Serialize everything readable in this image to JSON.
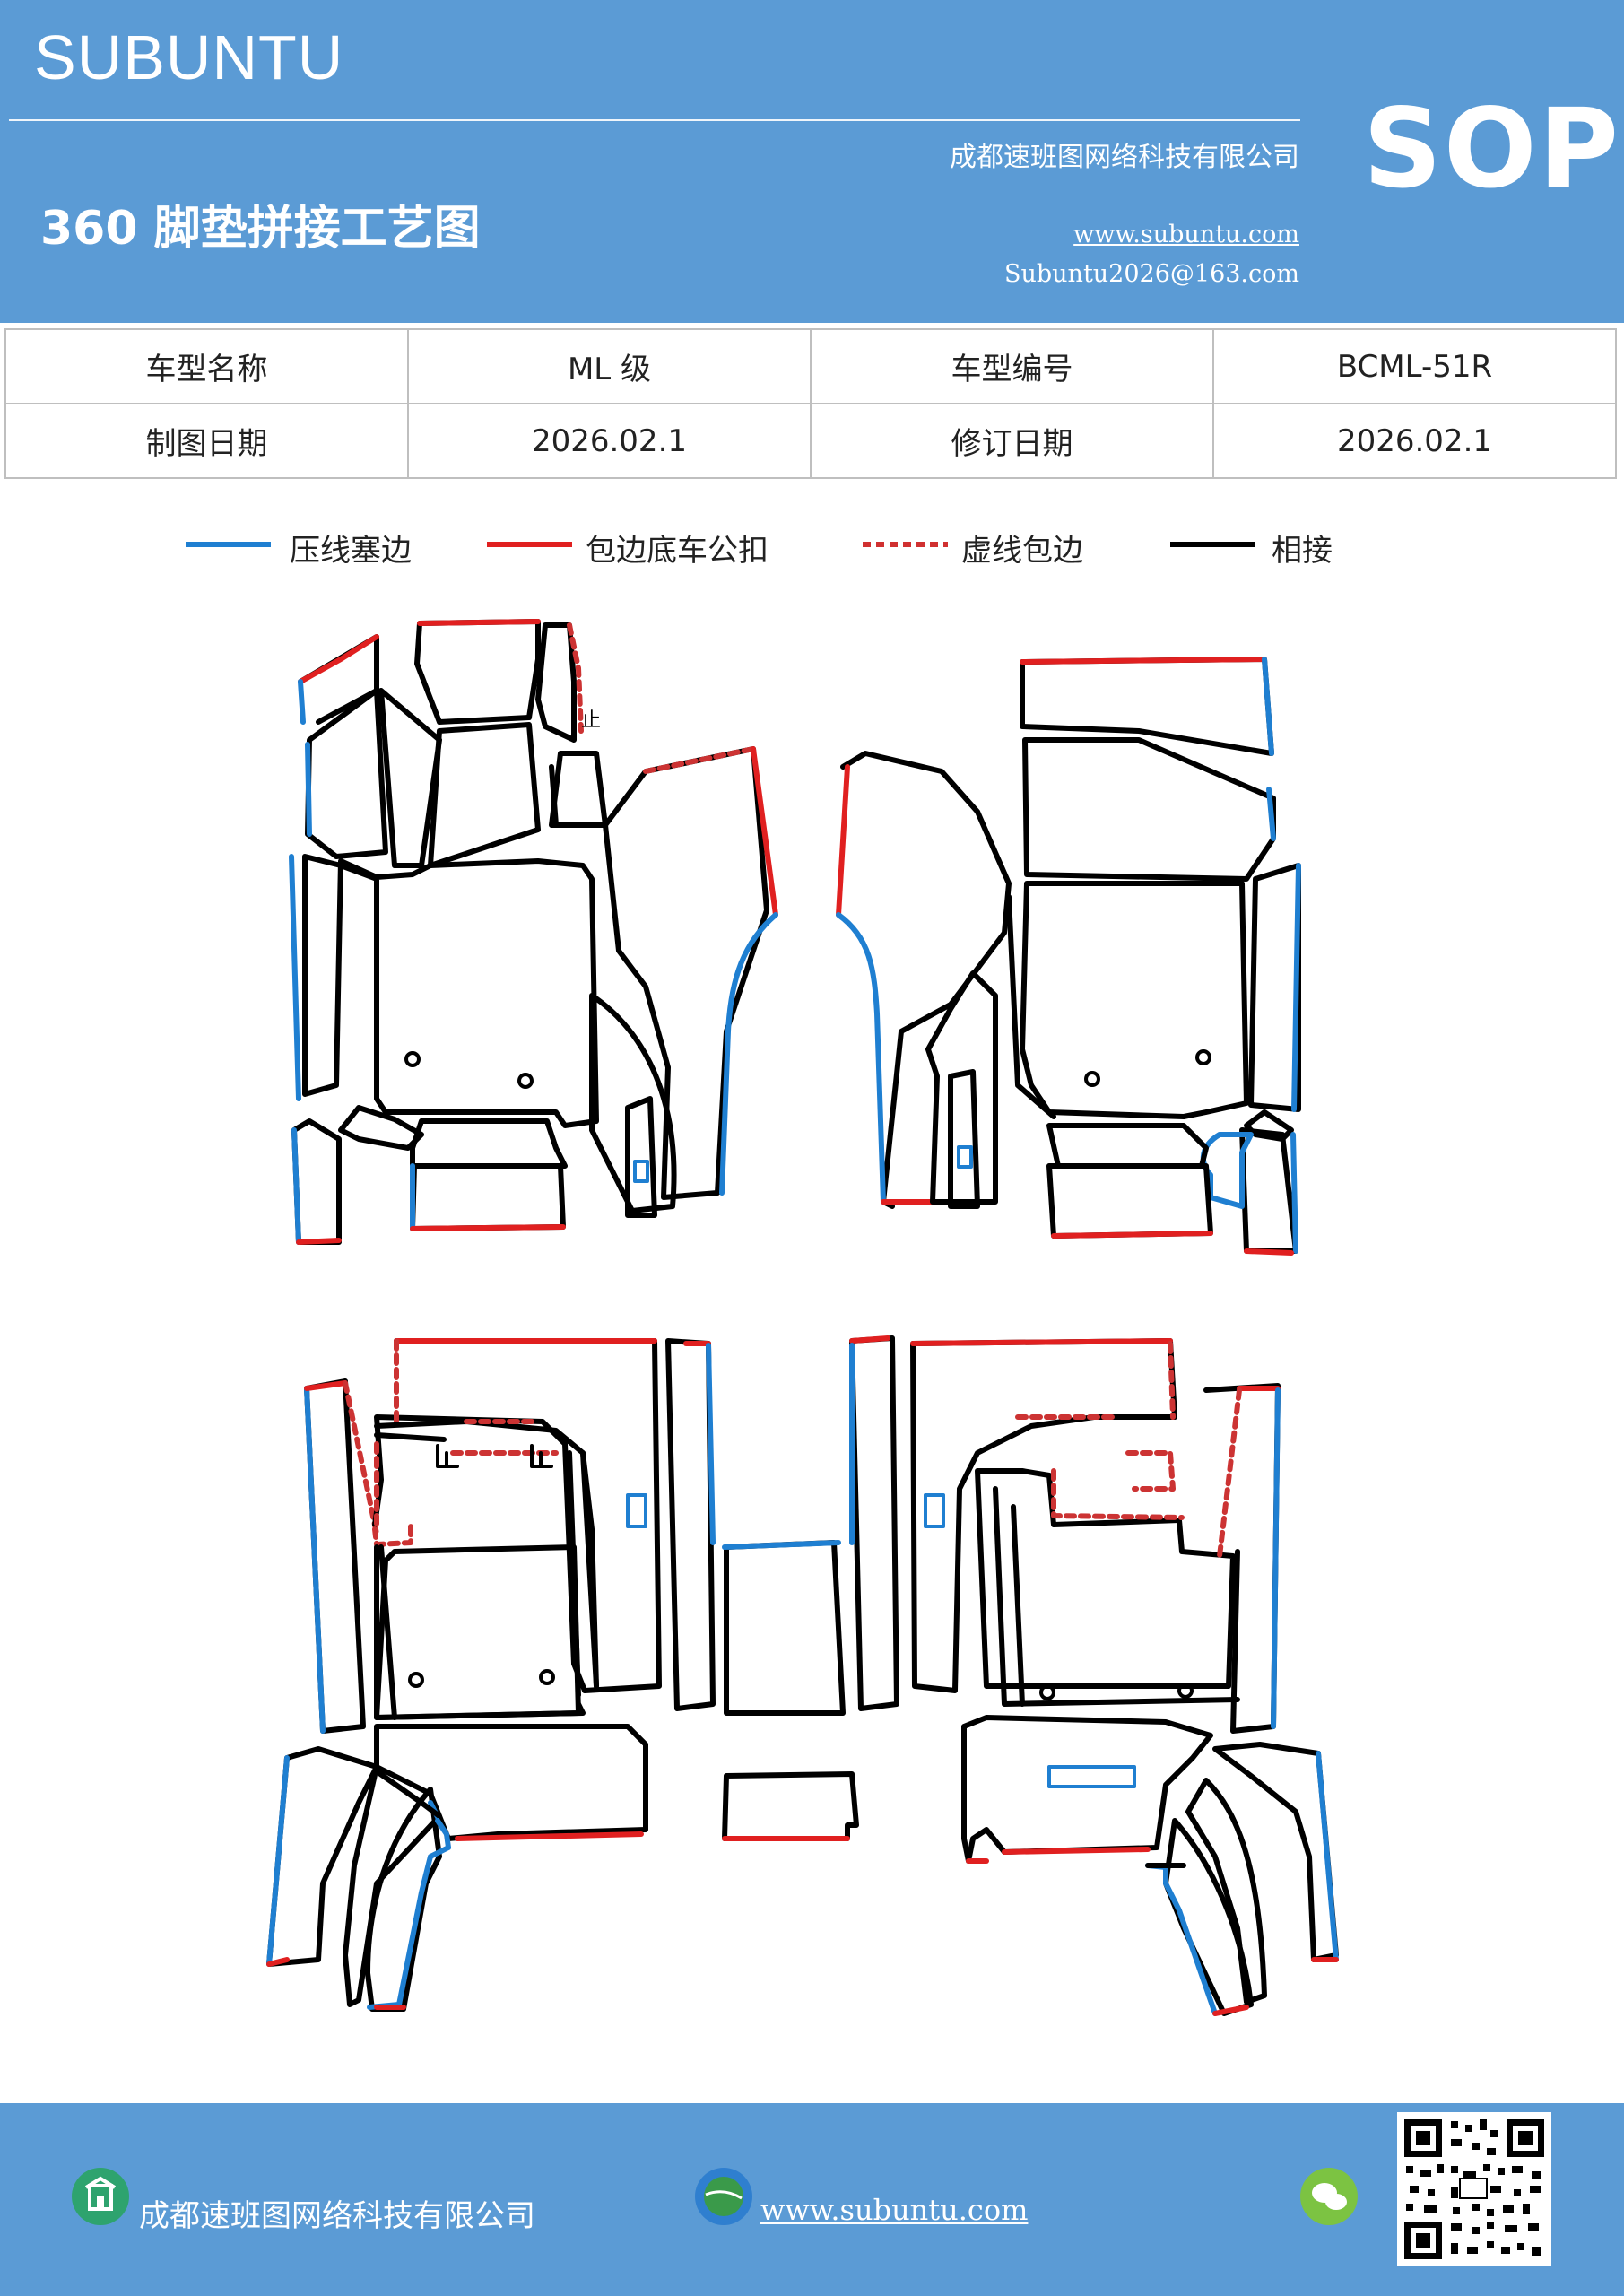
{
  "header": {
    "brand": "SUBUNTU",
    "title": "360 脚垫拼接工艺图",
    "company": "成都速班图网络科技有限公司",
    "website": "www.subuntu.com",
    "email": "Subuntu2026@163.com",
    "badge": "SOP",
    "background": "#5b9bd5"
  },
  "info_table": {
    "rows": [
      [
        "车型名称",
        "ML 级",
        "车型编号",
        "BCML-51R"
      ],
      [
        "制图日期",
        "2026.02.1",
        "修订日期",
        "2026.02.1"
      ]
    ]
  },
  "legend": [
    {
      "label": "压线塞边",
      "color": "#1f7fd1",
      "style": "solid"
    },
    {
      "label": "包边底车公扣",
      "color": "#e02020",
      "style": "solid"
    },
    {
      "label": "虚线包边",
      "color": "#d03030",
      "style": "dashed"
    },
    {
      "label": "相接",
      "color": "#000000",
      "style": "solid"
    }
  ],
  "diagram": {
    "buckle_label": "止"
  },
  "footer": {
    "company": "成都速班图网络科技有限公司",
    "website": "www.subuntu.com",
    "icons": [
      "building-icon",
      "globe-icon",
      "wechat-icon",
      "qr-code-icon"
    ]
  }
}
